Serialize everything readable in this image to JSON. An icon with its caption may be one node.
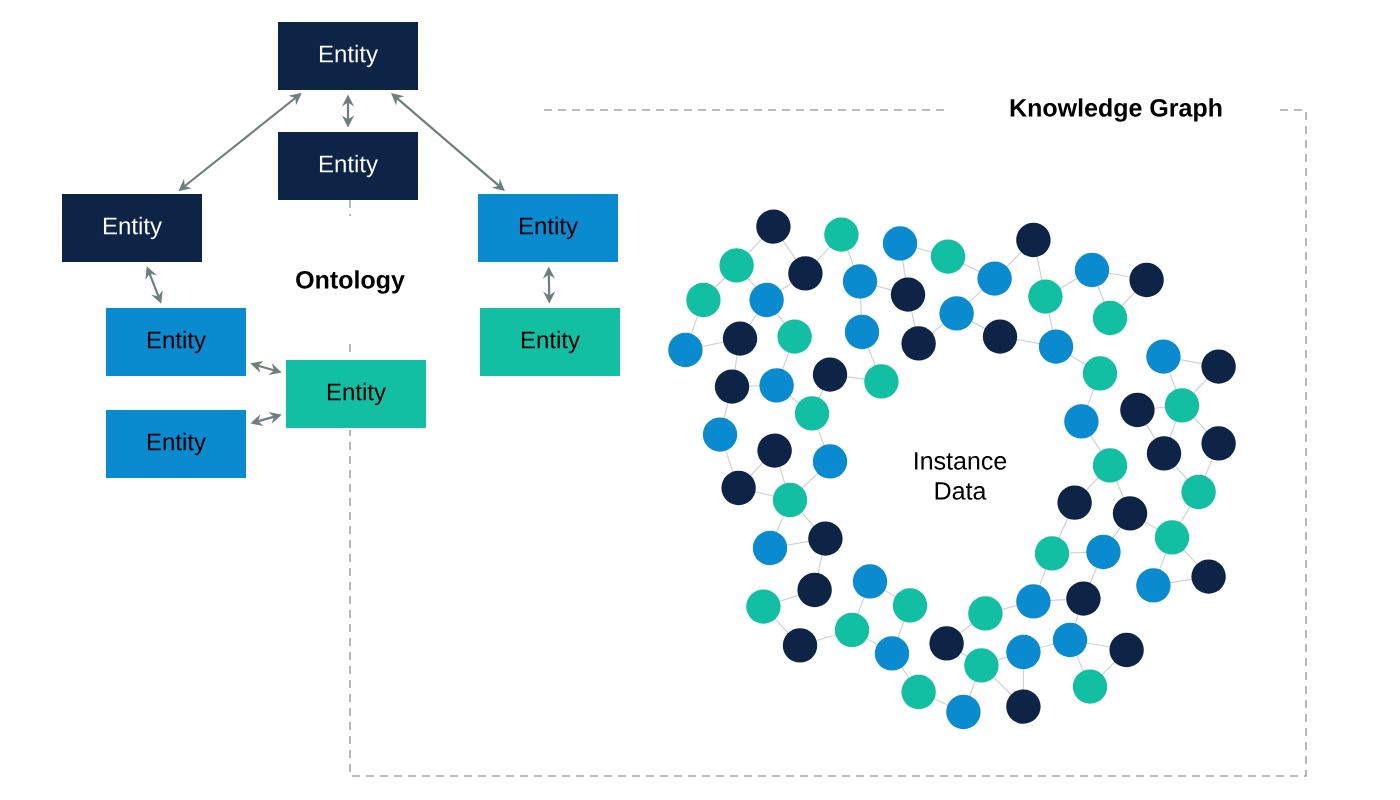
{
  "diagram": {
    "nodes": [
      {
        "text": [
          "Entity"
        ]
      },
      {
        "text": [
          "Entity"
        ]
      },
      {
        "text": [
          "Entity"
        ]
      },
      {
        "text": [
          "Entity"
        ]
      },
      {
        "text": [
          "Entity"
        ]
      },
      {
        "text": [
          "Entity"
        ]
      },
      {
        "text": [
          "Entity"
        ]
      },
      {
        "text": [
          "Entity"
        ]
      }
    ],
    "edges": [
      {
        "from": 0,
        "to": 2,
        "arrow": "both"
      },
      {
        "from": 0,
        "to": 1,
        "arrow": "both"
      },
      {
        "from": 0,
        "to": 3,
        "arrow": "both"
      },
      {
        "from": 2,
        "to": 4,
        "arrow": "both"
      },
      {
        "from": 3,
        "to": 5,
        "arrow": "both"
      },
      {
        "from": 4,
        "to": 6,
        "arrow": "both"
      },
      {
        "from": 7,
        "to": 6,
        "arrow": "both"
      }
    ],
    "labels": [
      "Ontology",
      "Knowledge Graph",
      "Instance Data"
    ]
  }
}
